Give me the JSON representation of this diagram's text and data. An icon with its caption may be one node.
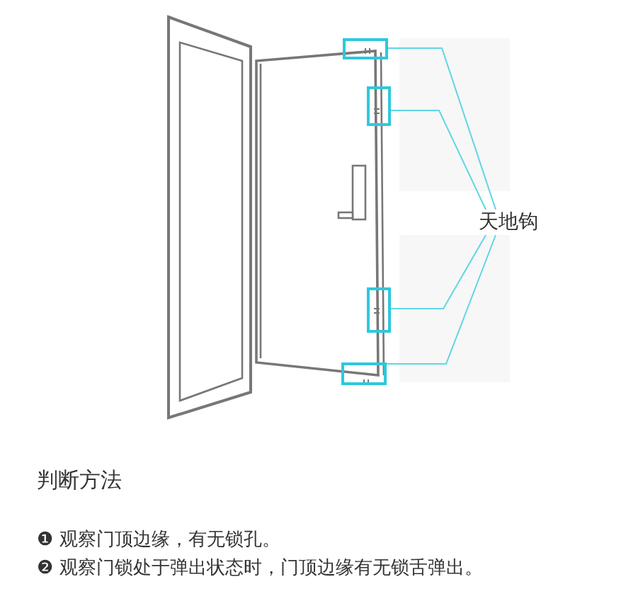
{
  "diagram": {
    "nodes": [
      {
        "text": [
          "天地钩"
        ]
      },
      {
        "text": [],
        "shape": "box"
      },
      {
        "text": [],
        "shape": "box"
      },
      {
        "text": [],
        "shape": "box"
      },
      {
        "text": [],
        "shape": "box"
      }
    ],
    "edges": [
      {
        "from": 0,
        "to": 1,
        "arrow": "none"
      },
      {
        "from": 0,
        "to": 2,
        "arrow": "none"
      },
      {
        "from": 0,
        "to": 3,
        "arrow": "none"
      },
      {
        "from": 0,
        "to": 4,
        "arrow": "none"
      }
    ],
    "labels": [
      "判断方法",
      "❶ 观察门顶边缘，有无锁孔。",
      "❷ 观察门锁处于弹出状态时，门顶边缘有无锁舌弹出。"
    ]
  }
}
